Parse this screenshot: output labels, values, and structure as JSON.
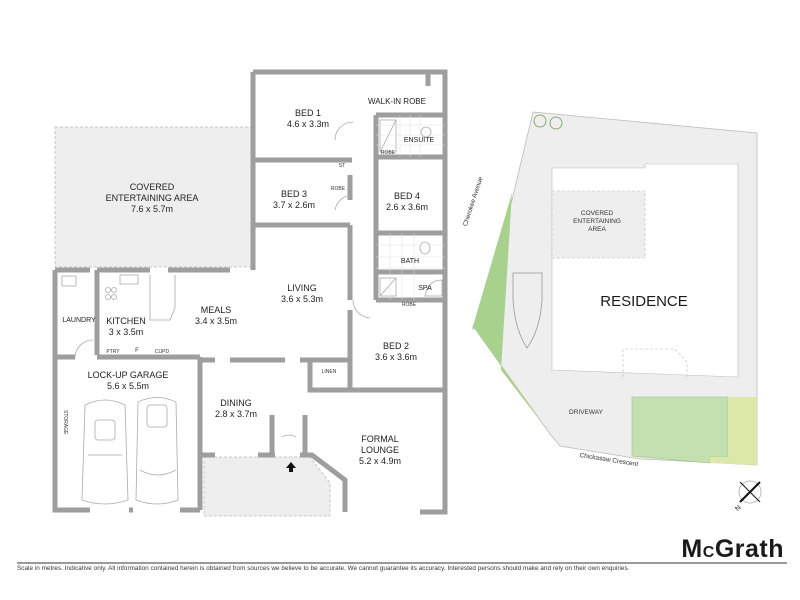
{
  "floorplan": {
    "rooms": [
      {
        "name": "BED 1",
        "dims": "4.6 x 3.3m"
      },
      {
        "name": "WALK-IN ROBE"
      },
      {
        "name": "ENSUITE"
      },
      {
        "name": "COVERED",
        "name2": "ENTERTAINING AREA",
        "dims": "7.6 x 5.7m"
      },
      {
        "name": "BED 3",
        "dims": "3.7 x 2.6m"
      },
      {
        "name": "BED 4",
        "dims": "2.6 x 3.6m"
      },
      {
        "name": "BATH"
      },
      {
        "name": "SPA"
      },
      {
        "name": "LIVING",
        "dims": "3.6 x 5.3m"
      },
      {
        "name": "MEALS",
        "dims": "3.4 x 3.5m"
      },
      {
        "name": "KITCHEN",
        "dims": "3 x 3.5m"
      },
      {
        "name": "LAUNDRY"
      },
      {
        "name": "BED 2",
        "dims": "3.6 x 3.6m"
      },
      {
        "name": "LOCK-UP GARAGE",
        "dims": "5.6 x 5.5m"
      },
      {
        "name": "DINING",
        "dims": "2.8 x 3.7m"
      },
      {
        "name": "FORMAL",
        "name2": "LOUNGE",
        "dims": "5.2 x 4.9m"
      }
    ],
    "small_labels": {
      "st": "ST",
      "robe_bed3": "ROBE",
      "robe_ensuite": "ROBE",
      "robe_bed2": "ROBE",
      "linen": "LINEN",
      "ptry": "PTRY",
      "fridge": "F",
      "cupd": "CUPD",
      "storage": "STORAGE"
    }
  },
  "siteplan": {
    "residence": "RESIDENCE",
    "covered_area": [
      "COVERED",
      "ENTERTAINING",
      "AREA"
    ],
    "driveway": "DRIVEWAY",
    "street_1": "Cherokee Avenue",
    "street_2": "Chickasaw Crescent",
    "compass_label": "N"
  },
  "footer": {
    "brand_prefix": "M",
    "brand_c": "C",
    "brand_suffix": "Grath",
    "disclaimer": "Scale in metres. Indicative only. All information contained herein is obtained from sources we believe to be accurate. We cannot guarantee its accuracy. Interested persons should make and rely on their own enquiries."
  },
  "colors": {
    "wall": "#9e9e9e",
    "outdoor_fill": "#eeeeee",
    "lawn_green": "#c5e0b0",
    "verge_green": "#a9d18e",
    "lawn_yellow": "#dbe8a8"
  }
}
